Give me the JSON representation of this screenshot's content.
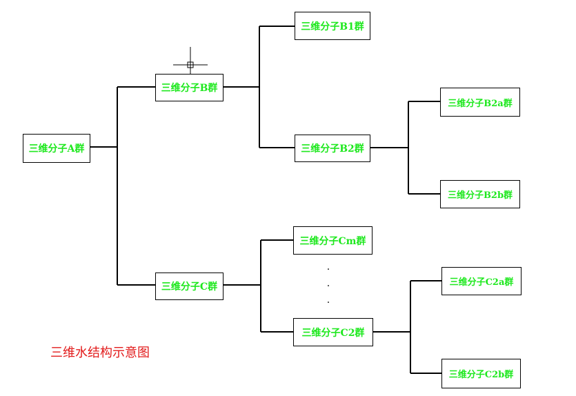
{
  "nodes": {
    "a": "三维分子A群",
    "b": "三维分子B群",
    "c": "三维分子C群",
    "b1": "三维分子B1群",
    "b2": "三维分子B2群",
    "b2a": "三维分子B2a群",
    "b2b": "三维分子B2b群",
    "cm": "三维分子Cm群",
    "c2": "三维分子C2群",
    "c2a": "三维分子C2a群",
    "c2b": "三维分子C2b群"
  },
  "ellipsis": [
    "·",
    "·",
    "·"
  ],
  "caption": "三维水结构示意图",
  "colors": {
    "node_text": "#1ee81e",
    "caption": "#e21a1a",
    "lines": "#000000"
  },
  "cursor_icon": "crosshair-cursor-icon"
}
